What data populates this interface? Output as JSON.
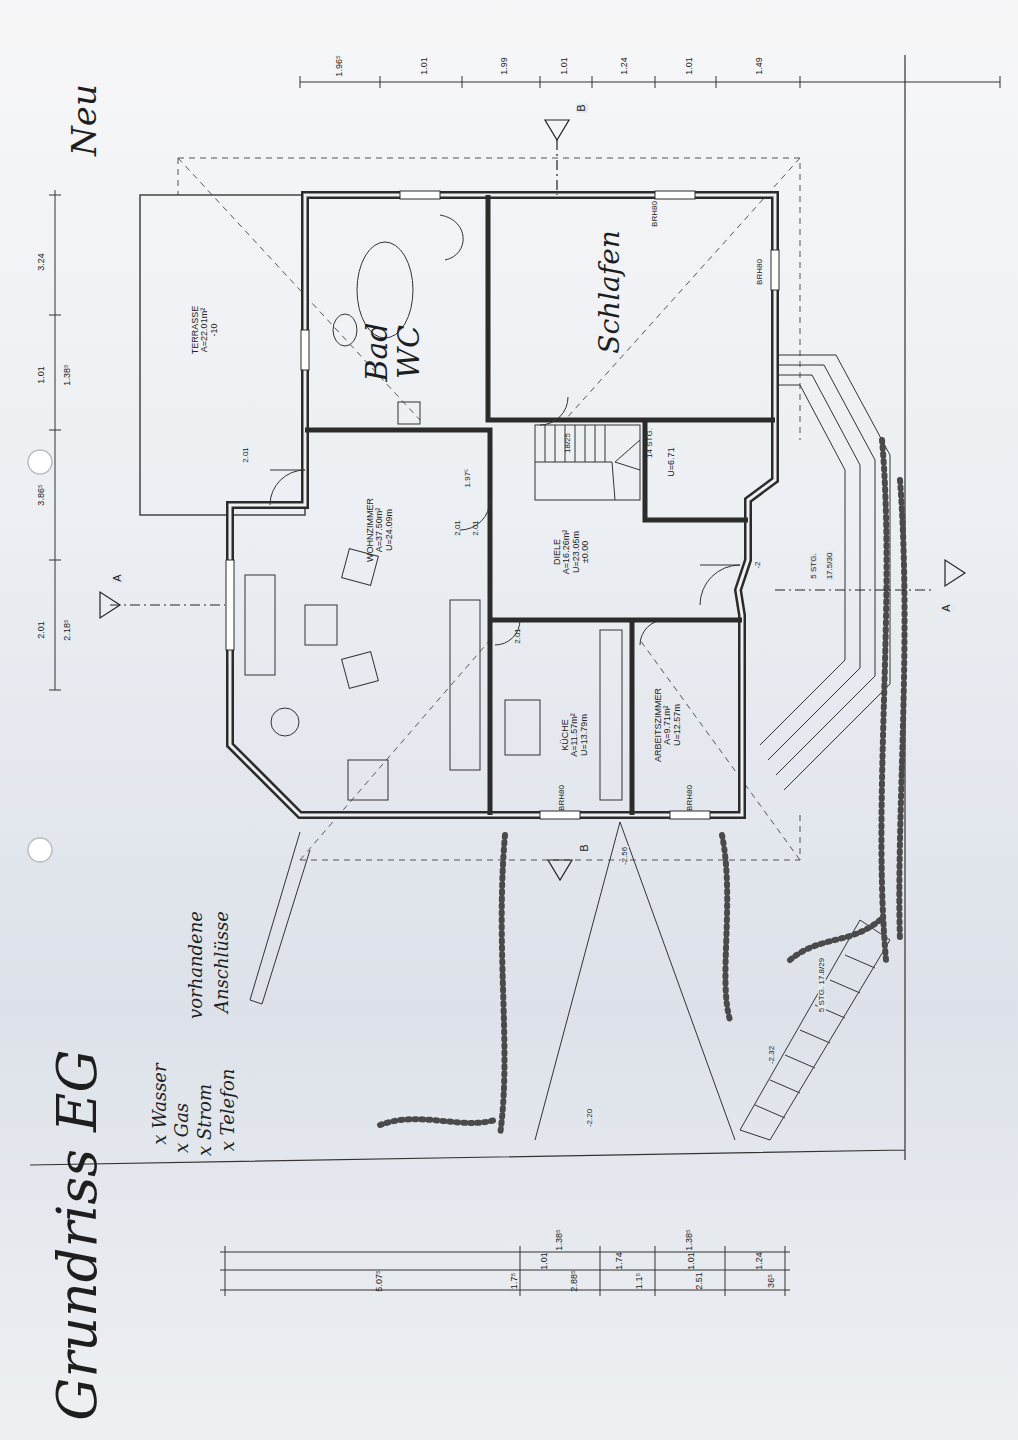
{
  "diagram": {
    "title": "Grundriss EG",
    "nodes": [
      {
        "text": [
          "TERRASSE",
          "A=22.01m²",
          "-10"
        ]
      },
      {
        "text": [
          "Bad WC"
        ]
      },
      {
        "text": [
          "Schlafen"
        ]
      },
      {
        "text": [
          "WOHNZIMMER",
          "A=37.50m²",
          "U=24.09m"
        ]
      },
      {
        "text": [
          "DIELE",
          "A=16.26m²",
          "U=23.05m",
          "±0.00"
        ]
      },
      {
        "text": [
          "U=6.71"
        ]
      },
      {
        "text": [
          "KÜCHE",
          "A=11.57m²",
          "U=13.79m"
        ]
      },
      {
        "text": [
          "ARBEITSZIMMER",
          "A=9.71m²",
          "U=12.57m"
        ]
      }
    ],
    "labels": [
      "Neu",
      "x Wasser",
      "x Gas",
      "x Strom",
      "x Telefon",
      "vorhandene",
      "Anschlüsse",
      "1.96⁵",
      "1.01",
      "1.99",
      "1.01",
      "1.24",
      "1.01",
      "1.49",
      "3.24",
      "1.01",
      "1.38⁵",
      "3.86⁵",
      "2.01",
      "2.18⁵",
      "1.38⁵",
      "1.38⁵",
      "1.01",
      "1.74",
      "1.01",
      "1.24",
      "5.07⁵",
      "1.7⁵",
      "2.88⁵",
      "1.1⁵",
      "2.51",
      "36⁵",
      "BRH80",
      "BRH80",
      "BRH80",
      "BRH80",
      "2.01",
      "1.97⁵",
      "2.01",
      "2.01",
      "2.01",
      "14 STG.",
      "18/25",
      "5 STG.",
      "17.5/30",
      "-2",
      "-2.56",
      "-2.32",
      "-2.20",
      "5 STG. 17.8/29",
      "A",
      "A",
      "B",
      "B"
    ]
  }
}
